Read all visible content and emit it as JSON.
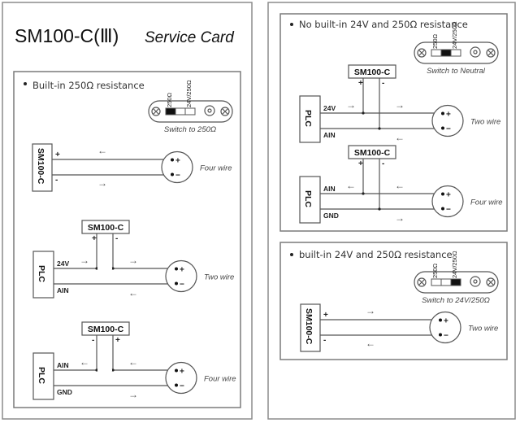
{
  "title": {
    "main": "SM100-C(Ⅲ)",
    "sub": "Service Card"
  },
  "device_label": "SM100-C",
  "plc_label": "PLC",
  "switch_labels": {
    "a": "250Ω",
    "b": "24V/250Ω"
  },
  "sections": [
    {
      "note": "Built-in 250Ω resistance",
      "switch_caption": "Switch to 250Ω",
      "switch_position": "250Ω",
      "diagrams": [
        {
          "kind": "direct",
          "caption": "Four wire",
          "plus": "+",
          "minus": "-"
        },
        {
          "kind": "plc",
          "caption": "Two wire",
          "top": "24V",
          "bottom": "AIN",
          "left_sign": "+",
          "right_sign": "-"
        },
        {
          "kind": "plc",
          "caption": "Four wire",
          "top": "AIN",
          "bottom": "GND",
          "left_sign": "-",
          "right_sign": "+"
        }
      ]
    },
    {
      "note": "No built-in 24V and 250Ω resistance",
      "switch_caption": "Switch to Neutral",
      "switch_position": "Neutral",
      "diagrams": [
        {
          "kind": "plc",
          "caption": "Two wire",
          "top": "24V",
          "bottom": "AIN",
          "left_sign": "+",
          "right_sign": "-"
        },
        {
          "kind": "plc",
          "caption": "Four wire",
          "top": "AIN",
          "bottom": "GND",
          "left_sign": "+",
          "right_sign": "-"
        }
      ]
    },
    {
      "note": "built-in 24V and 250Ω resistance",
      "switch_caption": "Switch to 24V/250Ω",
      "switch_position": "24V/250Ω",
      "diagrams": [
        {
          "kind": "direct",
          "caption": "Two wire",
          "plus": "+",
          "minus": "-"
        }
      ]
    }
  ],
  "arrows": {
    "left": "←",
    "right": "→"
  },
  "sensor_terminals": {
    "plus": "+",
    "minus": "−"
  }
}
